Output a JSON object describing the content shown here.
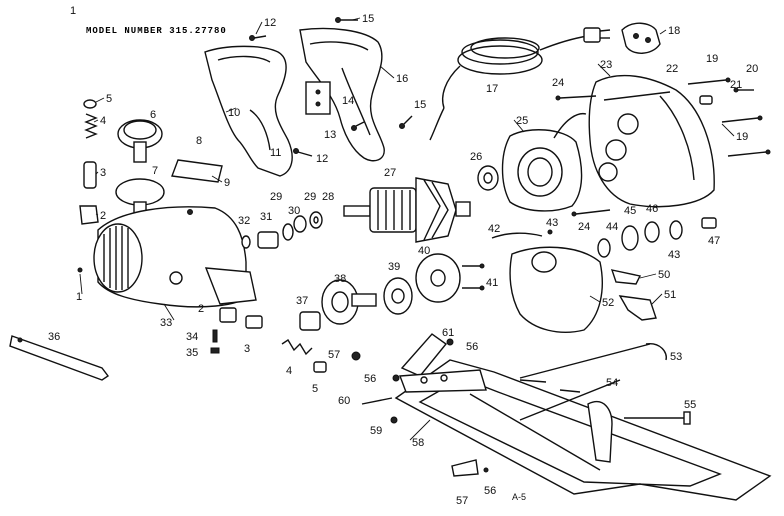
{
  "model_label": "MODEL NUMBER 315.27780",
  "page_code": "A-5",
  "corner_mark": "1",
  "callout_color": "#111111",
  "callouts": [
    {
      "id": "c12a",
      "text": "12"
    },
    {
      "id": "c15a",
      "text": "15"
    },
    {
      "id": "c18",
      "text": "18"
    },
    {
      "id": "c16",
      "text": "16"
    },
    {
      "id": "c14",
      "text": "14"
    },
    {
      "id": "c13",
      "text": "13"
    },
    {
      "id": "c15b",
      "text": "15"
    },
    {
      "id": "c17",
      "text": "17"
    },
    {
      "id": "c10",
      "text": "10"
    },
    {
      "id": "c5a",
      "text": "5"
    },
    {
      "id": "c4a",
      "text": "4"
    },
    {
      "id": "c6",
      "text": "6"
    },
    {
      "id": "c3a",
      "text": "3"
    },
    {
      "id": "c8",
      "text": "8"
    },
    {
      "id": "c7",
      "text": "7"
    },
    {
      "id": "c9",
      "text": "9"
    },
    {
      "id": "c2a",
      "text": "2"
    },
    {
      "id": "c11",
      "text": "11"
    },
    {
      "id": "c12b",
      "text": "12"
    },
    {
      "id": "c24a",
      "text": "24"
    },
    {
      "id": "c23",
      "text": "23"
    },
    {
      "id": "c22",
      "text": "22"
    },
    {
      "id": "c19a",
      "text": "19"
    },
    {
      "id": "c21",
      "text": "21"
    },
    {
      "id": "c20",
      "text": "20"
    },
    {
      "id": "c19b",
      "text": "19"
    },
    {
      "id": "c25",
      "text": "25"
    },
    {
      "id": "c26",
      "text": "26"
    },
    {
      "id": "c27",
      "text": "27"
    },
    {
      "id": "c29a",
      "text": "29"
    },
    {
      "id": "c29b",
      "text": "29"
    },
    {
      "id": "c30",
      "text": "30"
    },
    {
      "id": "c28",
      "text": "28"
    },
    {
      "id": "c31",
      "text": "31"
    },
    {
      "id": "c32",
      "text": "32"
    },
    {
      "id": "c42",
      "text": "42"
    },
    {
      "id": "c43a",
      "text": "43"
    },
    {
      "id": "c24b",
      "text": "24"
    },
    {
      "id": "c44",
      "text": "44"
    },
    {
      "id": "c45",
      "text": "45"
    },
    {
      "id": "c46",
      "text": "46"
    },
    {
      "id": "c43b",
      "text": "43"
    },
    {
      "id": "c47",
      "text": "47"
    },
    {
      "id": "c1",
      "text": "1"
    },
    {
      "id": "c33",
      "text": "33"
    },
    {
      "id": "c2b",
      "text": "2"
    },
    {
      "id": "c36",
      "text": "36"
    },
    {
      "id": "c34",
      "text": "34"
    },
    {
      "id": "c35",
      "text": "35"
    },
    {
      "id": "c3b",
      "text": "3"
    },
    {
      "id": "c37",
      "text": "37"
    },
    {
      "id": "c38",
      "text": "38"
    },
    {
      "id": "c39",
      "text": "39"
    },
    {
      "id": "c40",
      "text": "40"
    },
    {
      "id": "c41",
      "text": "41"
    },
    {
      "id": "c50",
      "text": "50"
    },
    {
      "id": "c51",
      "text": "51"
    },
    {
      "id": "c52",
      "text": "52"
    },
    {
      "id": "c4b",
      "text": "4"
    },
    {
      "id": "c5b",
      "text": "5"
    },
    {
      "id": "c61",
      "text": "61"
    },
    {
      "id": "c56a",
      "text": "56"
    },
    {
      "id": "c57a",
      "text": "57"
    },
    {
      "id": "c56b",
      "text": "56"
    },
    {
      "id": "c53",
      "text": "53"
    },
    {
      "id": "c54",
      "text": "54"
    },
    {
      "id": "c60",
      "text": "60"
    },
    {
      "id": "c55",
      "text": "55"
    },
    {
      "id": "c59",
      "text": "59"
    },
    {
      "id": "c58",
      "text": "58"
    },
    {
      "id": "c57b",
      "text": "57"
    },
    {
      "id": "c56c",
      "text": "56"
    }
  ]
}
